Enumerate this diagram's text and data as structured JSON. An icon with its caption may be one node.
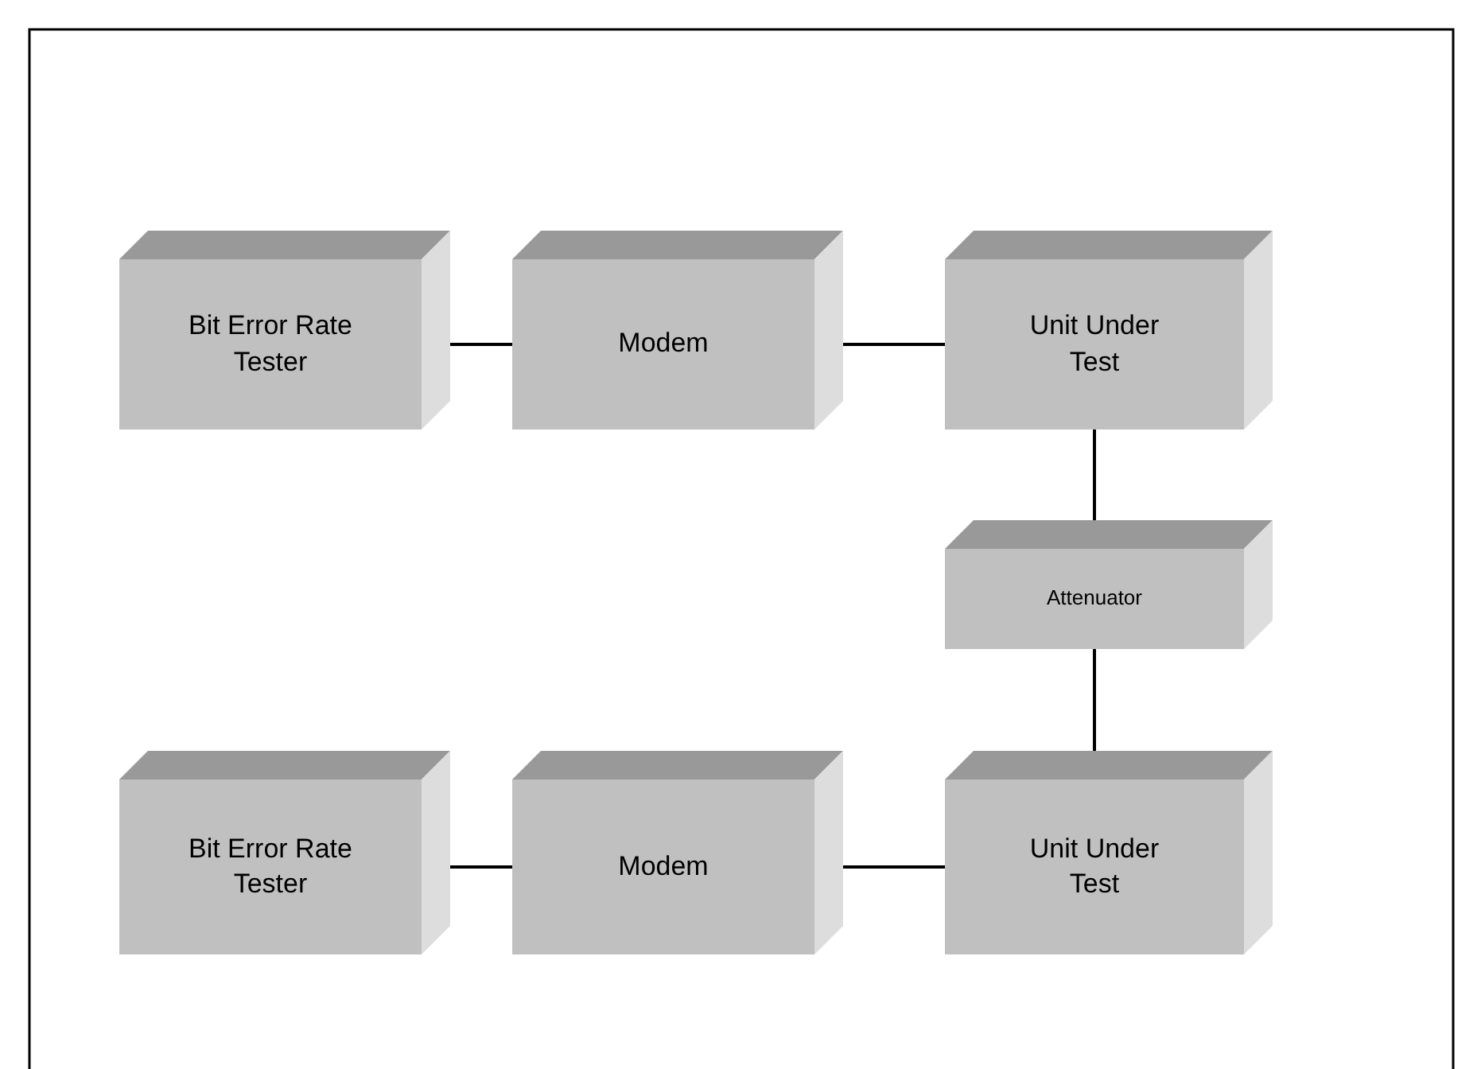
{
  "diagram": {
    "nodes": [
      {
        "text": [
          "Bit Error Rate Tester"
        ]
      },
      {
        "text": [
          "Modem"
        ]
      },
      {
        "text": [
          "Unit Under Test"
        ]
      },
      {
        "text": [
          "Attenuator"
        ]
      },
      {
        "text": [
          "Bit Error Rate Tester"
        ]
      },
      {
        "text": [
          "Modem"
        ]
      },
      {
        "text": [
          "Unit Under Test"
        ]
      }
    ],
    "edges": [
      {
        "from": 0,
        "to": 1,
        "arrow": "none"
      },
      {
        "from": 1,
        "to": 2,
        "arrow": "none"
      },
      {
        "from": 2,
        "to": 3,
        "arrow": "none"
      },
      {
        "from": 3,
        "to": 6,
        "arrow": "none"
      },
      {
        "from": 4,
        "to": 5,
        "arrow": "none"
      },
      {
        "from": 5,
        "to": 6,
        "arrow": "none"
      }
    ]
  }
}
